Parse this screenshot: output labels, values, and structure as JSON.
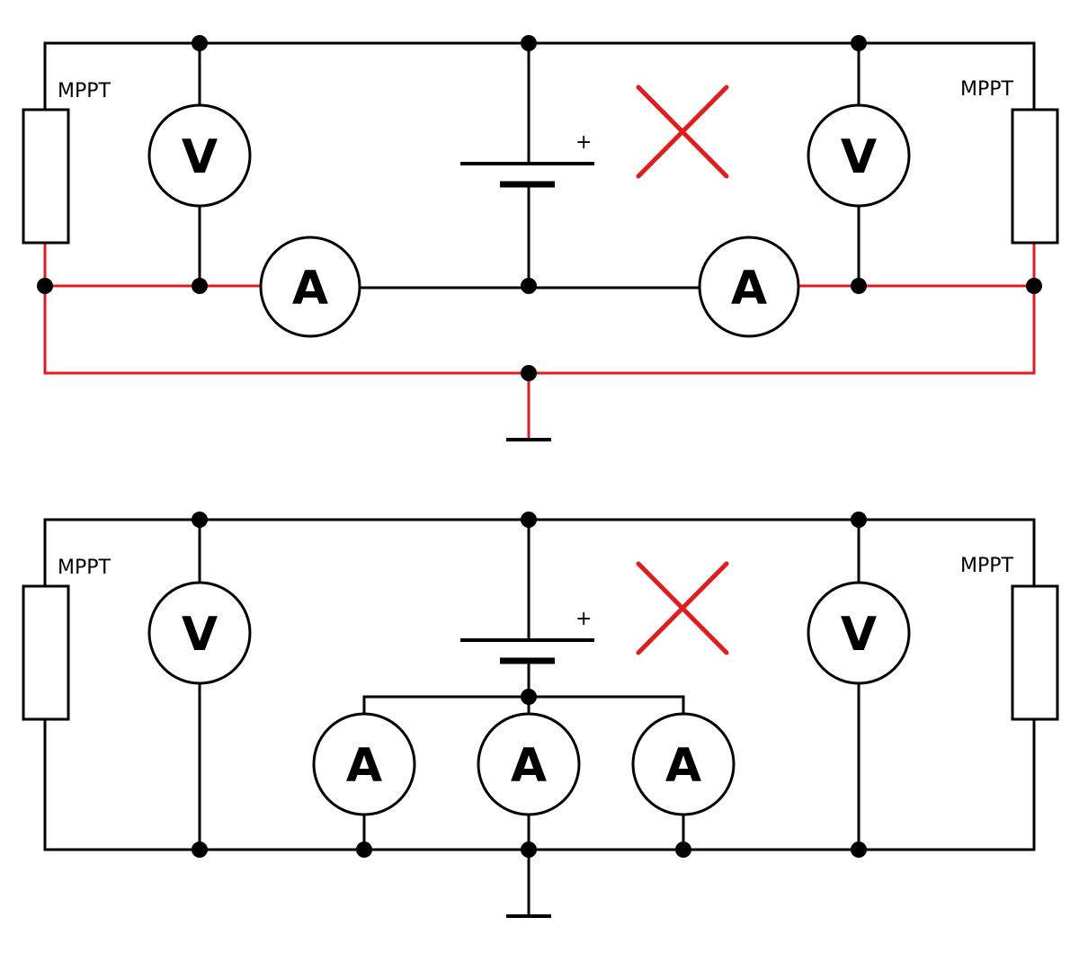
{
  "colors": {
    "wire": "#000000",
    "ground_path": "#e31b1b",
    "cross": "#e31b1b",
    "background": "#ffffff"
  },
  "top_circuit": {
    "mppt_left_label": "MPPT",
    "mppt_right_label": "MPPT",
    "voltmeter_left": "V",
    "voltmeter_right": "V",
    "ammeter_left": "A",
    "ammeter_right": "A",
    "battery_plus": "+",
    "cross_icon": "red-x-icon"
  },
  "bottom_circuit": {
    "mppt_left_label": "MPPT",
    "mppt_right_label": "MPPT",
    "voltmeter_left": "V",
    "voltmeter_right": "V",
    "ammeters": [
      "A",
      "A",
      "A"
    ],
    "battery_plus": "+",
    "cross_icon": "red-x-icon"
  }
}
